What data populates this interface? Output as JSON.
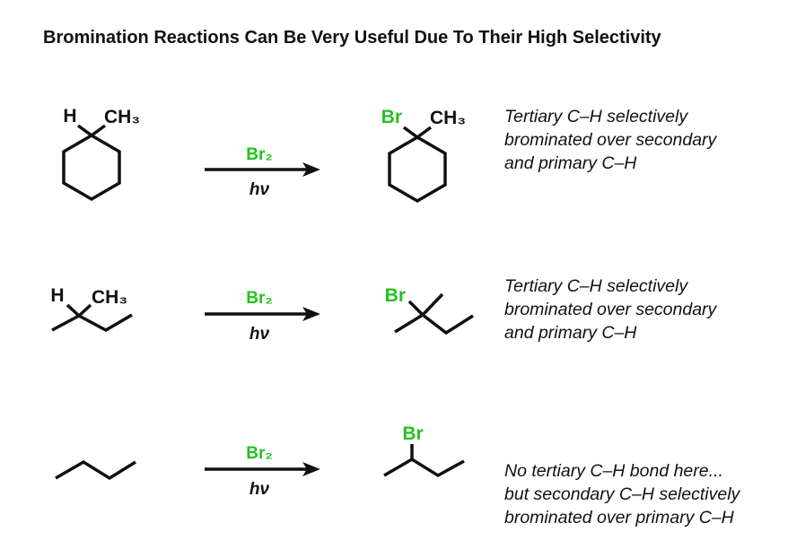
{
  "title": "Bromination Reactions Can Be Very Useful Due To Their High Selectivity",
  "colors": {
    "bromine": "#26c120",
    "ink": "#111111",
    "background": "#ffffff"
  },
  "reactions": [
    {
      "reactant_labels": {
        "h": "H",
        "methyl": "CH₃"
      },
      "conditions": {
        "reagent": "Br₂",
        "light": "hν"
      },
      "product_labels": {
        "bromo": "Br",
        "methyl": "CH₃"
      },
      "note": {
        "line1": "Tertiary C–H selectively",
        "line2": "brominated over secondary",
        "line3": "and primary C–H"
      }
    },
    {
      "reactant_labels": {
        "h": "H",
        "methyl": "CH₃"
      },
      "conditions": {
        "reagent": "Br₂",
        "light": "hν"
      },
      "product_labels": {
        "bromo": "Br"
      },
      "note": {
        "line1": "Tertiary C–H selectively",
        "line2": "brominated over secondary",
        "line3": "and primary C–H"
      }
    },
    {
      "conditions": {
        "reagent": "Br₂",
        "light": "hν"
      },
      "product_labels": {
        "bromo": "Br"
      },
      "note": {
        "line1": "No tertiary C–H bond here...",
        "line2": "but secondary C–H selectively",
        "line3": "brominated over primary C–H"
      }
    }
  ]
}
